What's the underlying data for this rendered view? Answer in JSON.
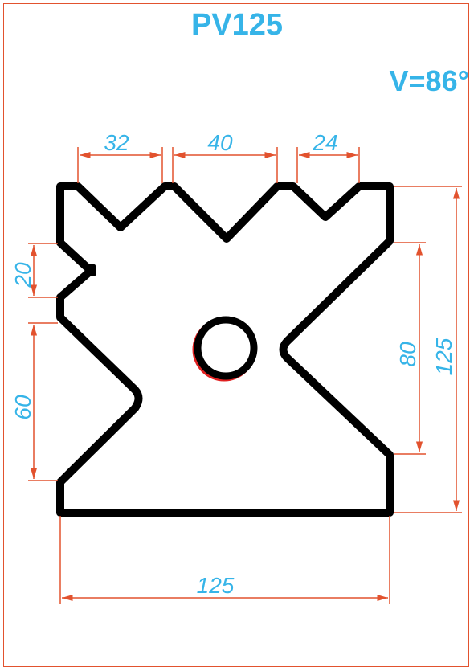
{
  "title": "PV125",
  "angle": "V=86°",
  "dimensions": {
    "top_v1": "32",
    "top_v2": "40",
    "top_v3": "24",
    "left_upper": "20",
    "left_lower": "60",
    "right_inner": "80",
    "right_outer": "125",
    "bottom_width": "125"
  },
  "colors": {
    "outline": "#000000",
    "dimension_line": "#e2522e",
    "dimension_text": "#36b4e8",
    "hole_edge": "#e02020"
  }
}
